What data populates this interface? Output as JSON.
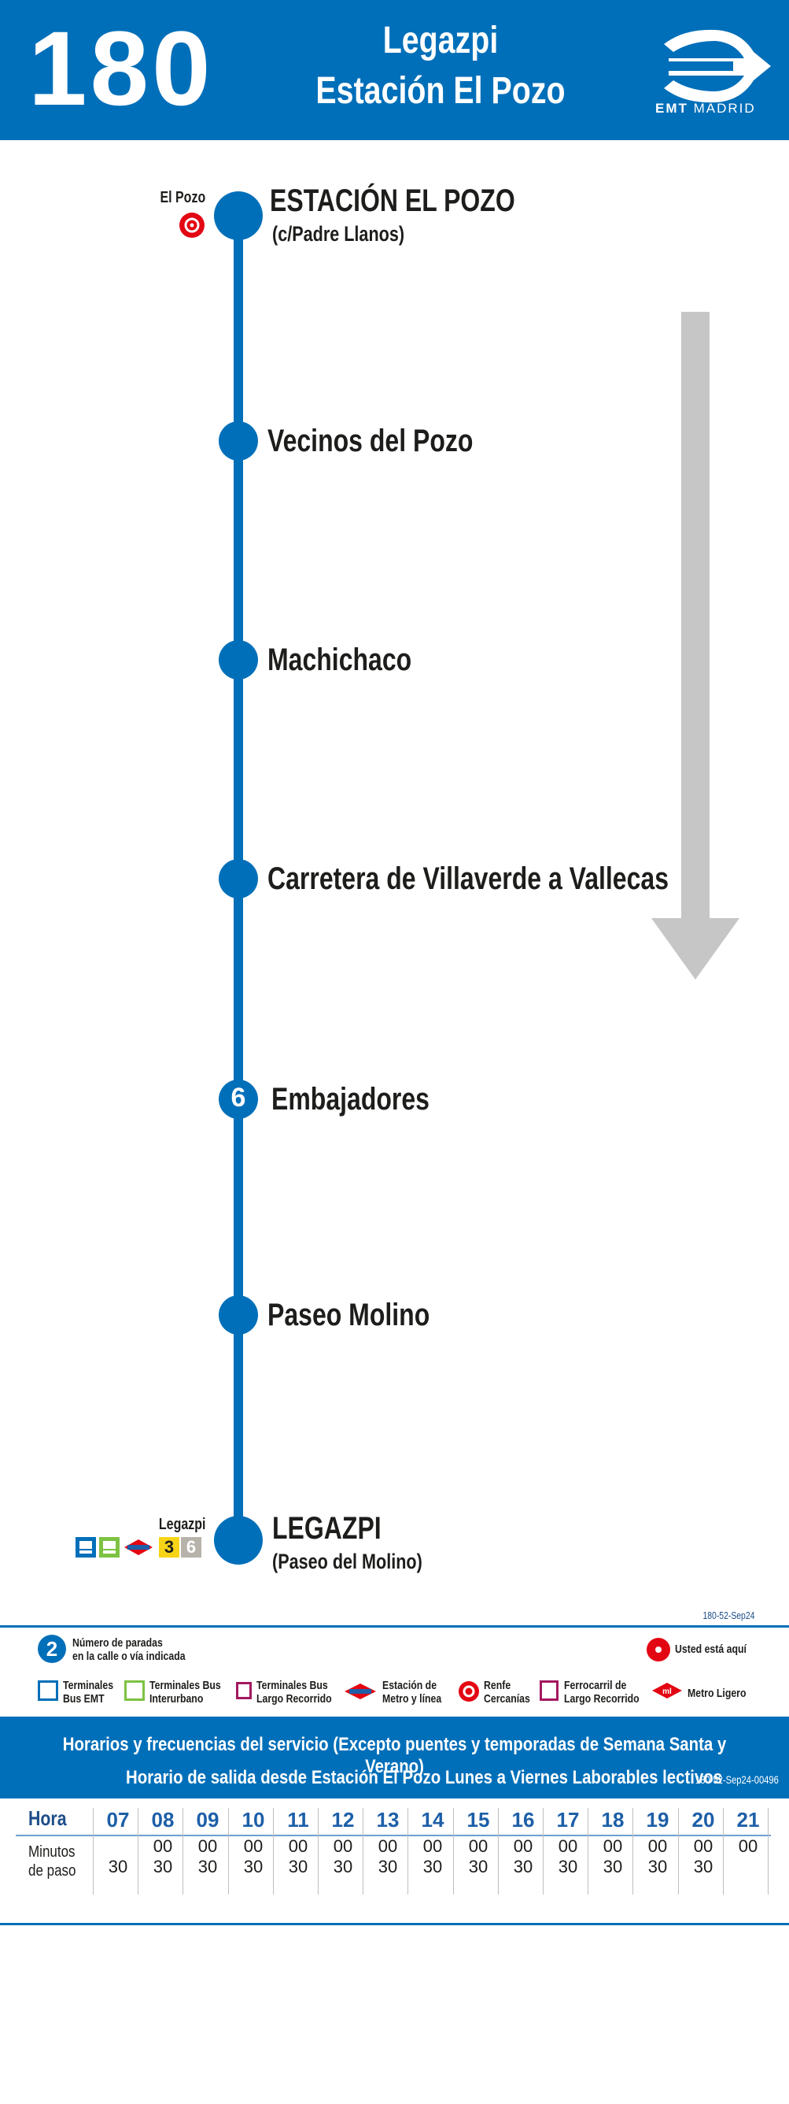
{
  "header": {
    "route_number": "180",
    "dest_line1": "Legazpi",
    "dest_line2": "Estación El Pozo",
    "operator_bold": "EMT",
    "operator_city": "MADRID"
  },
  "stops": [
    {
      "name": "ESTACIÓN EL POZO",
      "sub": "(c/Padre Llanos)",
      "connection_label": "El Pozo"
    },
    {
      "name": "Vecinos del Pozo"
    },
    {
      "name": "Machichaco"
    },
    {
      "name": "Carretera de Villaverde a Vallecas"
    },
    {
      "name": "Embajadores",
      "stop_count": "6"
    },
    {
      "name": "Paseo Molino"
    },
    {
      "name": "LEGAZPI",
      "sub": "(Paseo del Molino)",
      "connection_label": "Legazpi",
      "metro_lines": [
        "3",
        "6"
      ]
    }
  ],
  "reference": "180-52-Sep24",
  "legend": {
    "stops_count_number": "2",
    "stops_count_line1": "Número de paradas",
    "stops_count_line2": "en la calle o vía indicada",
    "you_are_here": "Usted está aquí",
    "items": [
      {
        "line1": "Terminales",
        "line2": "Bus EMT"
      },
      {
        "line1": "Terminales Bus",
        "line2": "Interurbano"
      },
      {
        "line1": "Terminales Bus",
        "line2": "Largo Recorrido"
      },
      {
        "line1": "Estación de",
        "line2": "Metro y línea"
      },
      {
        "line1": "Renfe",
        "line2": "Cercanías"
      },
      {
        "line1": "Ferrocarril de",
        "line2": "Largo Recorrido"
      },
      {
        "line1": "Metro Ligero",
        "line2": ""
      }
    ]
  },
  "schedule": {
    "title": "Horarios y frecuencias del servicio (Excepto puentes y temporadas de Semana Santa y Verano)",
    "subtitle": "Horario de salida desde Estación El Pozo Lunes a Viernes Laborables lectivos",
    "ref": "180-52-Sep24-00496",
    "hour_label": "Hora",
    "minutes_label_1": "Minutos",
    "minutes_label_2": "de paso",
    "hours": [
      {
        "h": "07",
        "m1": "",
        "m2": "30"
      },
      {
        "h": "08",
        "m1": "00",
        "m2": "30"
      },
      {
        "h": "09",
        "m1": "00",
        "m2": "30"
      },
      {
        "h": "10",
        "m1": "00",
        "m2": "30"
      },
      {
        "h": "11",
        "m1": "00",
        "m2": "30"
      },
      {
        "h": "12",
        "m1": "00",
        "m2": "30"
      },
      {
        "h": "13",
        "m1": "00",
        "m2": "30"
      },
      {
        "h": "14",
        "m1": "00",
        "m2": "30"
      },
      {
        "h": "15",
        "m1": "00",
        "m2": "30"
      },
      {
        "h": "16",
        "m1": "00",
        "m2": "30"
      },
      {
        "h": "17",
        "m1": "00",
        "m2": "30"
      },
      {
        "h": "18",
        "m1": "00",
        "m2": "30"
      },
      {
        "h": "19",
        "m1": "00",
        "m2": "30"
      },
      {
        "h": "20",
        "m1": "00",
        "m2": "30"
      },
      {
        "h": "21",
        "m1": "00",
        "m2": ""
      }
    ]
  },
  "colors": {
    "brand_blue": "#006fb9",
    "renfe_red": "#e30613",
    "arrow_gray": "#c6c6c6",
    "metro_3_yellow": "#f7d417",
    "metro_6_gray": "#b7b2aa"
  }
}
